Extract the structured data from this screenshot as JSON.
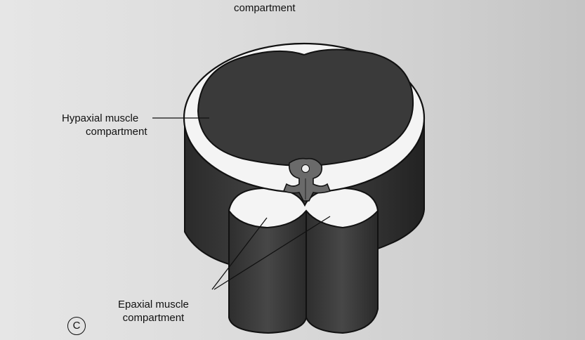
{
  "labels": {
    "top": "compartment",
    "hypaxial_line1": "Hypaxial muscle",
    "hypaxial_line2": "compartment",
    "epaxial_line1": "Epaxial muscle",
    "epaxial_line2": "compartment",
    "panel": "C"
  },
  "colors": {
    "muscle_dark": "#3a3a3a",
    "muscle_shadow": "#262626",
    "septum_white": "#f4f4f4",
    "outline": "#111111",
    "page_background": "#dcdcdc"
  }
}
